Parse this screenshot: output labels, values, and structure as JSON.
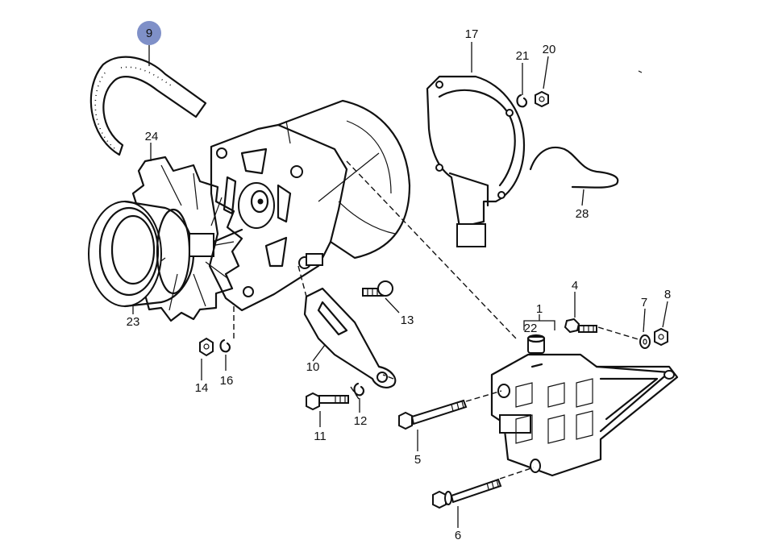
{
  "diagram": {
    "highlight_color": "#7f90c8",
    "line_color": "#111111",
    "callouts": [
      {
        "label": "9",
        "part": "v-belt",
        "highlighted": true
      },
      {
        "label": "24",
        "part": "fan"
      },
      {
        "label": "23",
        "part": "pulley"
      },
      {
        "label": "17",
        "part": "cover"
      },
      {
        "label": "21",
        "part": "spring-washer"
      },
      {
        "label": "20",
        "part": "nut"
      },
      {
        "label": "28",
        "part": "wire"
      },
      {
        "label": "4",
        "part": "bolt"
      },
      {
        "label": "7",
        "part": "washer"
      },
      {
        "label": "8",
        "part": "nut"
      },
      {
        "label": "1",
        "part": "bracket"
      },
      {
        "label": "22",
        "part": "bushing"
      },
      {
        "label": "13",
        "part": "bolt"
      },
      {
        "label": "10",
        "part": "tensioning-strap"
      },
      {
        "label": "14",
        "part": "nut"
      },
      {
        "label": "16",
        "part": "spring-washer"
      },
      {
        "label": "11",
        "part": "bolt"
      },
      {
        "label": "12",
        "part": "spring-washer"
      },
      {
        "label": "5",
        "part": "long-bolt"
      },
      {
        "label": "6",
        "part": "long-bolt"
      }
    ]
  }
}
